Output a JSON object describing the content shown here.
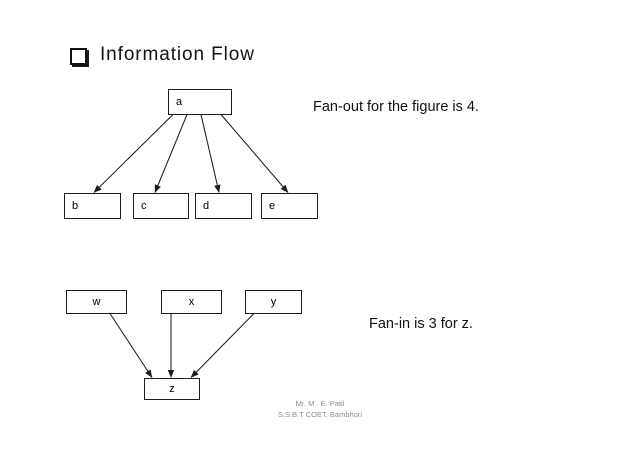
{
  "slide": {
    "title": "Information Flow",
    "bullet_icon": "hollow-square-bullet",
    "background_color": "#ffffff",
    "line_color": "#1d1d1d",
    "text_color": "#111111"
  },
  "diagrams": {
    "fan_out": {
      "source": {
        "label": "a"
      },
      "targets": [
        {
          "label": "b"
        },
        {
          "label": "c"
        },
        {
          "label": "d"
        },
        {
          "label": "e"
        }
      ],
      "caption": "Fan-out for the figure is 4."
    },
    "fan_in": {
      "sources": [
        {
          "label": "w"
        },
        {
          "label": "x"
        },
        {
          "label": "y"
        }
      ],
      "target": {
        "label": "z"
      },
      "caption": "Fan-in is 3 for z."
    }
  },
  "footer": {
    "line1": "Mr. M . E. Patil",
    "line2": "S.S.B.T COET, Bambhori"
  }
}
